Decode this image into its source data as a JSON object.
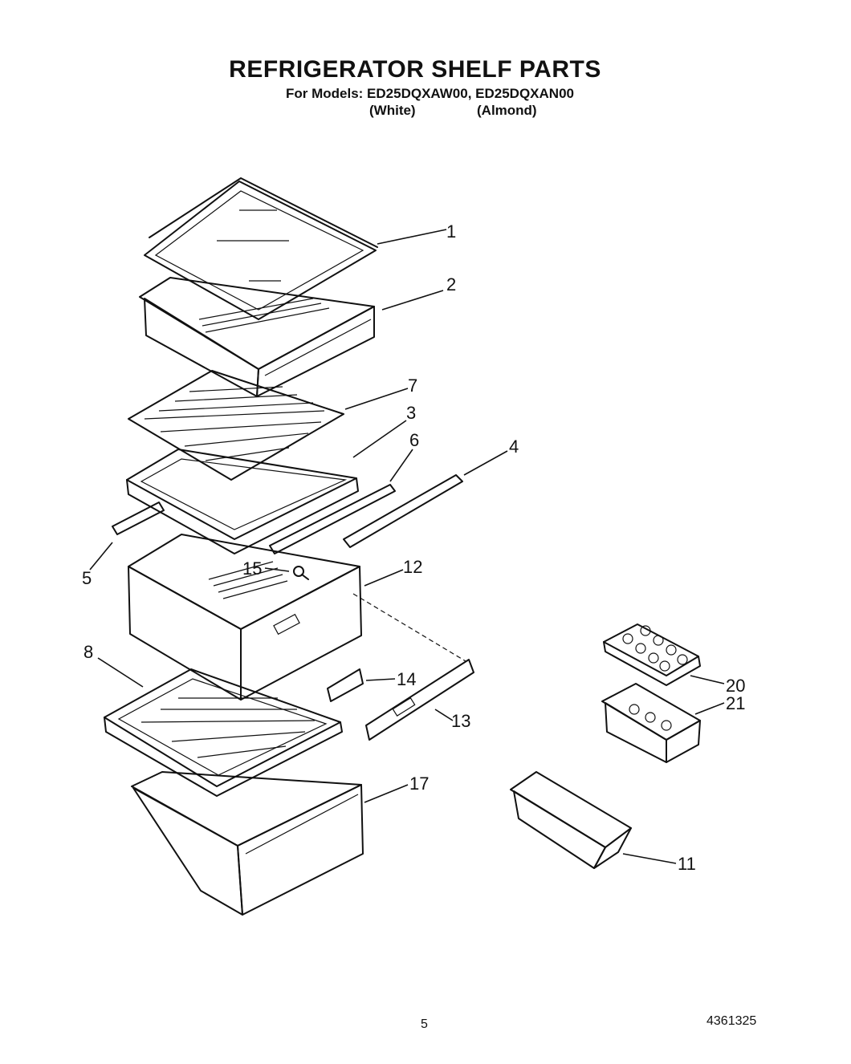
{
  "header": {
    "title": "REFRIGERATOR SHELF PARTS",
    "models_line": "For Models: ED25DQXAW00, ED25DQXAN00",
    "variant_white": "(White)",
    "variant_almond": "(Almond)"
  },
  "callouts": {
    "c1": "1",
    "c2": "2",
    "c3": "3",
    "c4": "4",
    "c5": "5",
    "c6": "6",
    "c7": "7",
    "c8": "8",
    "c11": "11",
    "c12": "12",
    "c13": "13",
    "c14": "14",
    "c15": "15",
    "c17": "17",
    "c20": "20",
    "c21": "21"
  },
  "footer": {
    "page_number": "5",
    "document_number": "4361325"
  }
}
